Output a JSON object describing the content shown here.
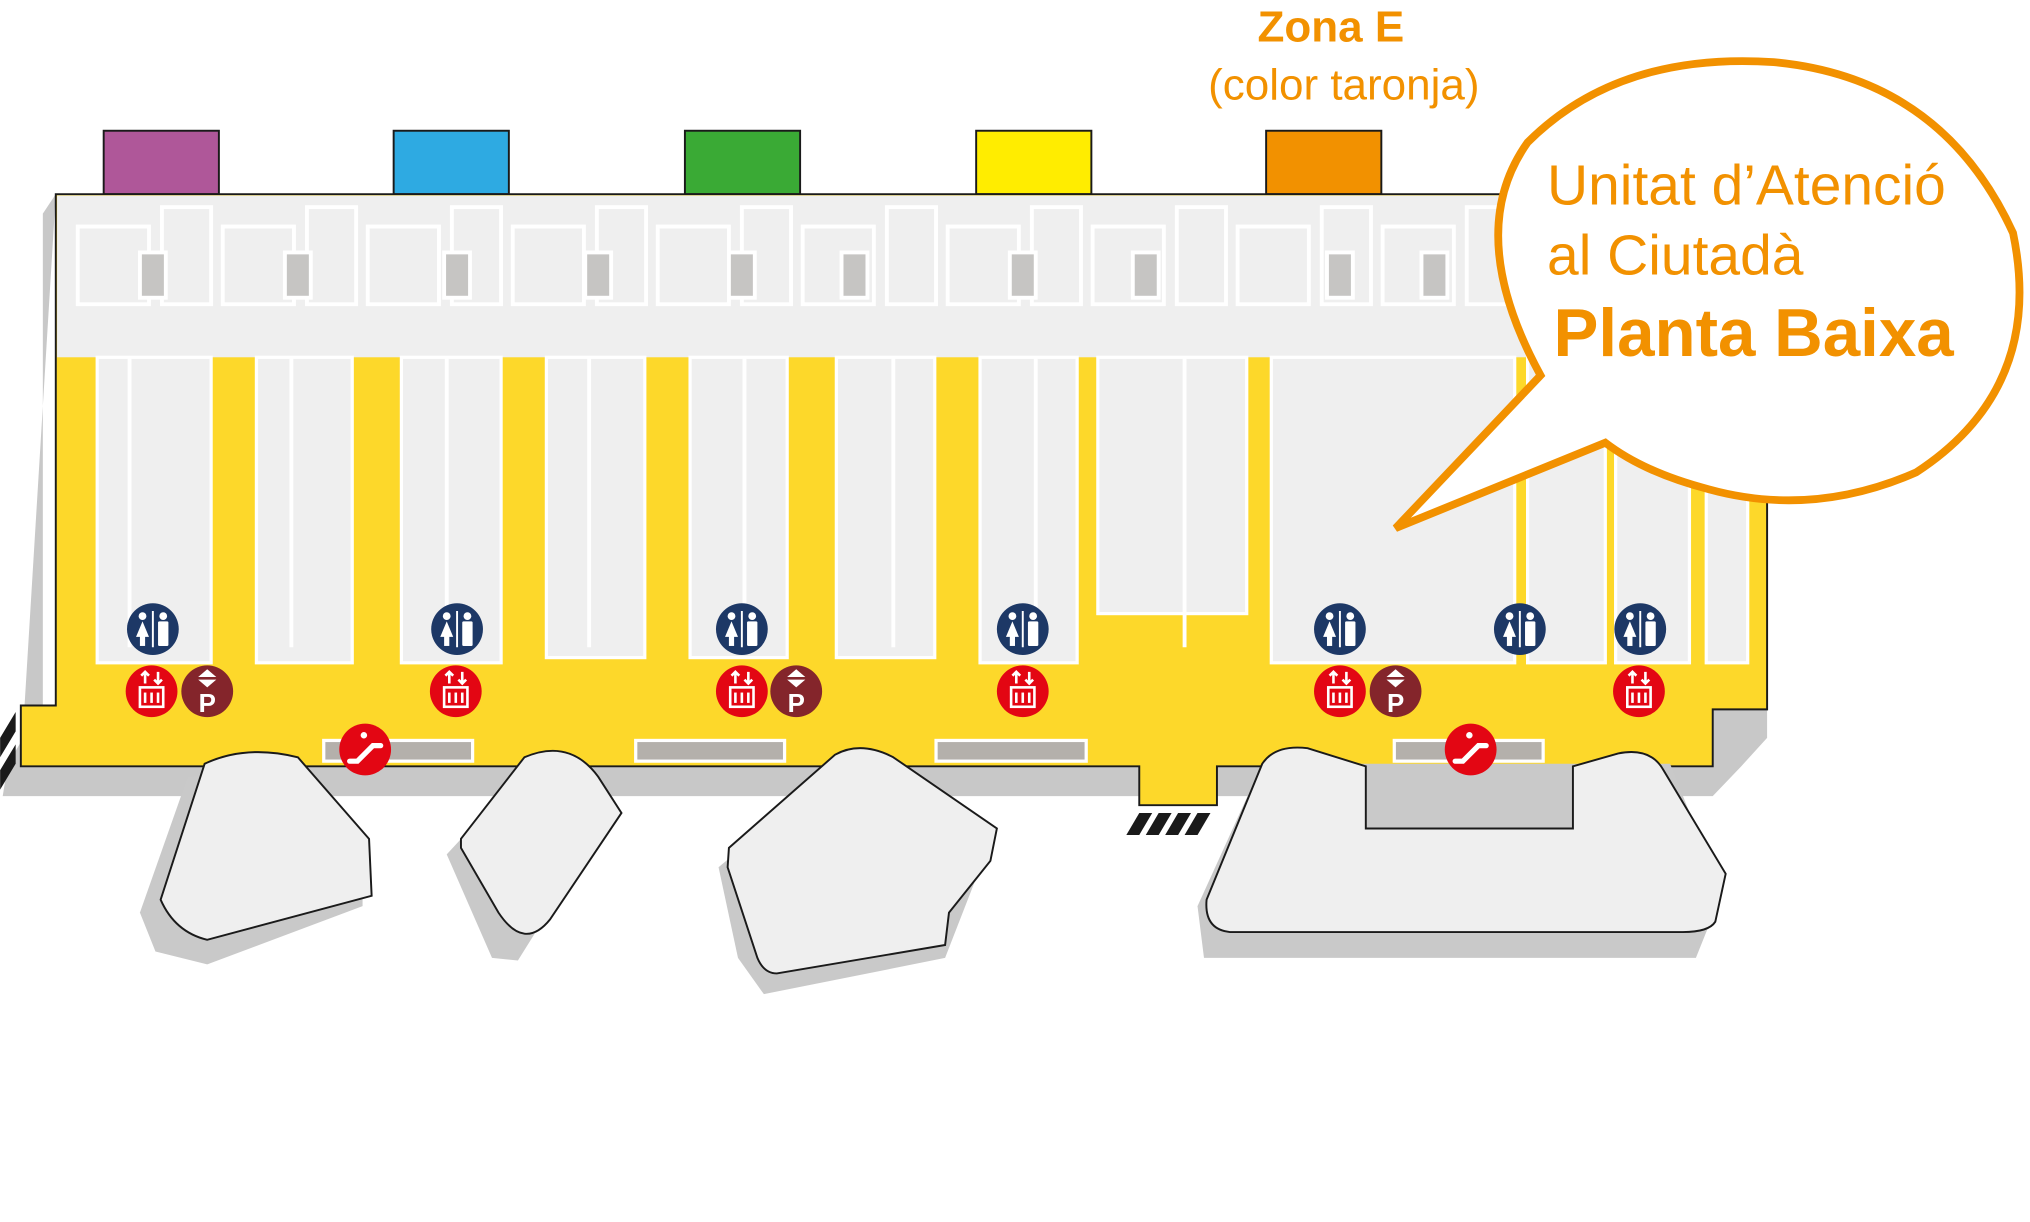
{
  "zone_label": {
    "title": "Zona E",
    "subtitle": "(color taronja)"
  },
  "callout": {
    "line1": "Unitat d’Atenció",
    "line2": "al Ciutadà",
    "line3": "Planta Baixa"
  },
  "zones": [
    {
      "name": "zone-a",
      "color": "#af5799"
    },
    {
      "name": "zone-b",
      "color": "#2eaae2"
    },
    {
      "name": "zone-c",
      "color": "#3aaa35"
    },
    {
      "name": "zone-d",
      "color": "#ffed00"
    },
    {
      "name": "zone-e",
      "color": "#f29100"
    }
  ],
  "colors": {
    "corridor": "#fdd82a",
    "rooms": "#efefef",
    "accent": "#f29100",
    "restroom": "#1d3866",
    "elevator": "#e30613",
    "parking": "#84252b"
  },
  "icons": {
    "restroom": "restroom-icon",
    "elevator": "elevator-icon",
    "parking": "parking-elevator-icon",
    "escalator": "escalator-icon",
    "parking_glyph": "P"
  }
}
